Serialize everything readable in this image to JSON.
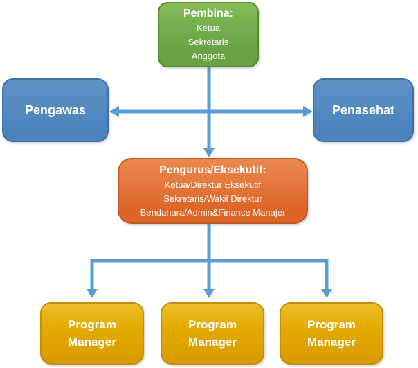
{
  "page": {
    "background": "#FFFFFF"
  },
  "colors": {
    "bg": "#FFFFFF",
    "text": "#FFFFFF",
    "arrow": "#5B9BD5",
    "greenTop": "#85BB57",
    "greenBottom": "#67A244",
    "greenBorder": "#578C35",
    "blueTop": "#6093C5",
    "blueBottom": "#4B83BC",
    "blueBorder": "#3E71A6",
    "orangeTop": "#EC8850",
    "orangeBottom": "#DD6527",
    "orangeBorder": "#C05A21",
    "goldTop": "#EDBE2A",
    "goldMid": "#E3A900",
    "goldBottom": "#D89B00",
    "goldBorder": "#C18F0B"
  },
  "nodes": {
    "pembina": {
      "title": "Pembina:",
      "lines": [
        "Ketua",
        "Sekretaris",
        "Anggota"
      ]
    },
    "pengawas": {
      "label": "Pengawas"
    },
    "penasehat": {
      "label": "Penasehat"
    },
    "pengurus": {
      "title": "Pengurus/Eksekutif:",
      "lines": [
        "Ketua/Direktur Eksekutif",
        "Sekretaris/Wakil Direktur",
        "Bendahara/Admin&Finance Manajer"
      ]
    },
    "program_managers": [
      {
        "lines": [
          "Program",
          "Manager"
        ]
      },
      {
        "lines": [
          "Program",
          "Manager"
        ]
      },
      {
        "lines": [
          "Program",
          "Manager"
        ]
      }
    ]
  },
  "edges": [
    {
      "from": "pembina",
      "to": "pengurus",
      "type": "arrow-down"
    },
    {
      "from": "pengawas",
      "to": "penasehat",
      "type": "double-headed-horizontal-arrow"
    },
    {
      "from": "pengurus",
      "to": "program_manager_1",
      "type": "branch-arrow-down"
    },
    {
      "from": "pengurus",
      "to": "program_manager_2",
      "type": "branch-arrow-down"
    },
    {
      "from": "pengurus",
      "to": "program_manager_3",
      "type": "branch-arrow-down"
    }
  ]
}
